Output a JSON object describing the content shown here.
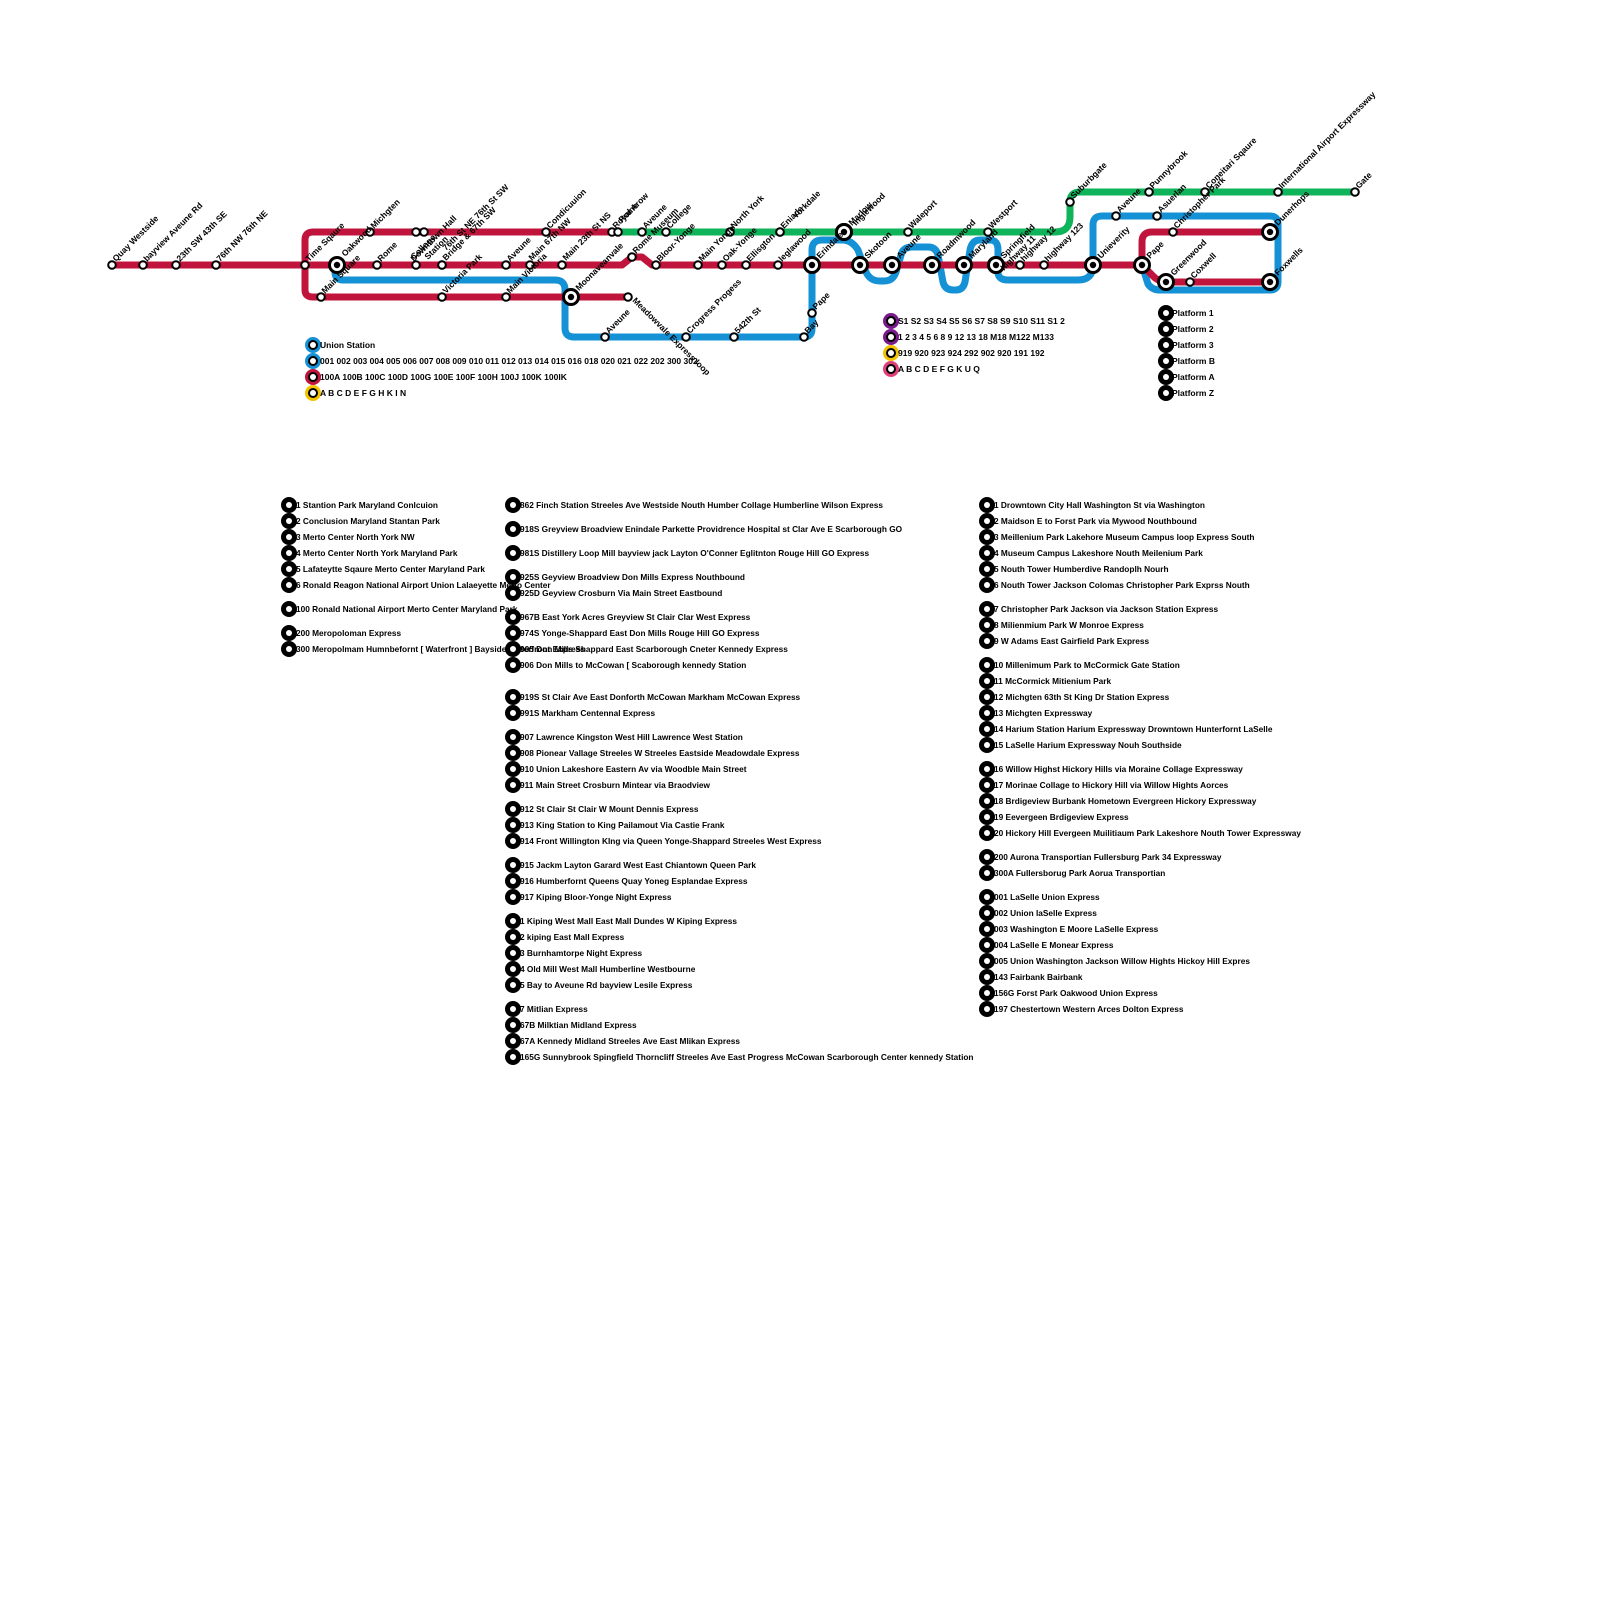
{
  "colors": {
    "red": "#c0143c",
    "blue": "#1592d6",
    "green": "#0fb35a",
    "black": "#000000",
    "purple": "#7a1a8c",
    "yellow": "#f2c200",
    "pink": "#e0407a"
  },
  "stations": [
    "Quay Westside",
    "bayview Aveune Rd",
    "23th SW 43th SE",
    "76th NW 76th NE",
    "Time Sqaure",
    "Oakwood",
    "Michgten",
    "Rome",
    "Downtown Hall",
    "Colloge",
    "Station",
    "Bridge & 67th SW",
    "76th St NE 76th St SW",
    "Aveune",
    "Condicuuion",
    "Main 67th NW",
    "Main 23th St NS",
    "Royal Arow",
    "Rome",
    "Aveune",
    "Rome Museum",
    "College",
    "Bloor-Yonge",
    "North York",
    "Main Yonge",
    "Oak-Yonge",
    "Ellisgton",
    "Eniade",
    "Yorkdale",
    "leglawood",
    "Erindale",
    "Marlow",
    "Inglewood",
    "Skotoon",
    "Aveune",
    "Waleport",
    "Roadmwood",
    "Maryland",
    "Westport",
    "Springfield",
    "highway 11",
    "highway 12",
    "highway 123",
    "Unieverity",
    "Suburbgate",
    "Aveune",
    "Punnybrook",
    "Asuerlan",
    "Christopher Park",
    "Coneitari Sqaure",
    "International Airport Expressway",
    "Gate",
    "Pape",
    "Greenwood",
    "Coxwell",
    "Dunerhops",
    "Foxwells",
    "Main Square",
    "Victoria Park",
    "Main Victoria",
    "Moonaveanvale",
    "Meadowvale Express loop",
    "Aveune",
    "Crogress Progess",
    "542th St",
    "Bay",
    "Pape"
  ],
  "legend_left": [
    {
      "color": "blue",
      "text": "Union Station"
    },
    {
      "color": "blue",
      "text": "001 002 003 004 005 006 007 008 009 010 011 012 013 014 015 016 018 020 021 022 202 300 302"
    },
    {
      "color": "red",
      "text": "100A 100B 100C 100D 100G 100E 100F 100H 100J 100K 100IK"
    },
    {
      "color": "yellow",
      "text": "A B C D E F G H K I N"
    }
  ],
  "legend_mid": [
    {
      "color": "purple",
      "text": "S1 S2 S3 S4 S5 S6 S7 S8 S9 S10 S11 S1 2"
    },
    {
      "color": "purple",
      "text": "1 2 3 4 5 6 8 9 12 13 18 M18 M122 M133"
    },
    {
      "color": "yellow",
      "text": "919 920 923 924 292 902 920 191 192"
    },
    {
      "color": "pink",
      "text": "A  B C D E F G K U Q"
    }
  ],
  "platforms": [
    "Platform 1",
    "Platform 2",
    "Platform 3",
    "Platform B",
    "Platform A",
    "Platform Z"
  ],
  "routes_col1": [
    "1 Stantion Park Maryland Conlcuion",
    "2 Conclusion Maryland Stantan Park",
    "3 Merto Center North York NW",
    "4 Merto Center North York Maryland Park",
    "5 Lafateytte Sqaure Merto Center Maryland Park",
    "6 Ronald Reagon National Airport Union Lalaeyette Merto Center",
    "100 Ronald National Airport Merto Center Maryland Park",
    "200 Meropoloman Express",
    "300 Meropolmam Humnbefornt [ Waterfront ] Bayside Waterfront Express"
  ],
  "routes_col2": [
    "862 Finch Station Streeles Ave Westside Nouth Humber Collage Humberline Wilson Express",
    "918S Greyview Broadview Enindale Parkette Providrence Hospital st Clar Ave E Scarborough GO",
    "981S Distillery Loop Mill bayview jack Layton O'Conner Eglitnton Rouge Hill GO Express",
    "925S Geyview Broadview Don Mills Express Nouthbound",
    "925D Geyview Crosburn Via Main Street Eastbound",
    "967B East York Acres Greyview St Clair Clar West Express",
    "974S Yonge-Shappard East Don Mills Rouge Hill GO Express",
    "905 Don Mills Shappard East Scarborough Cneter Kennedy Express",
    "906 Don Mills to McCowan [ Scaborough kennedy Station",
    "919S St Clair Ave East Donforth McCowan Markham McCowan Express",
    "991S Markham Centennal Express",
    "907 Lawrence Kingston West Hill Lawrence West Station",
    "908 Pionear Vallage Streeles W Streeles Eastside Meadowdale Express",
    "910 Union Lakeshore Eastern Av via Woodble Main Street",
    "911 Main Street Crosburn Mintear via Braodview",
    "912 St Clair St Clair W Mount Dennis Express",
    "913 King Station to King Pailamout Via Castie Frank",
    "914 Front Willington KIng via Queen Yonge-Shappard Streeles West Express",
    "915 Jackm Layton Garard West East Chiantown Queen Park",
    "916 Humberfornt Queens Quay Yoneg Esplandae Express",
    "917 Kiping Bloor-Yonge Night Express",
    "1 Kiping West Mall East Mall Dundes W Kiping Express",
    "2 kiping East Mall Express",
    "3 Burnhamtorpe Night Express",
    "4 Old Mill West Mall Humberline Westbourne",
    "5 Bay to Aveune Rd bayview Lesile Express",
    "7 Mitlian Express",
    "67B Milktian Midland Express",
    "67A Kennedy Midland Streeles Ave East Mlikan Express",
    "165G Sunnybrook Spingfield Thorncliff Streeles Ave East Progress McCowan Scarborough Center kennedy Station"
  ],
  "routes_col3": [
    "1 Drowntown City Hall Washington St via Washington",
    "2 Maidson E to Forst Park via Mywood Nouthbound",
    "3 Meillenium Park Lakehore Museum Campus loop Express South",
    "4 Museum Campus Lakeshore Nouth Meilenium Park",
    "5 Nouth Tower Humberdive Randoplh Nourh",
    "6 Nouth Tower Jackson Colomas Christopher Park Exprss Nouth",
    "7 Christopher Park Jackson via Jackson Station Express",
    "8 Milienmium Park W Monroe Express",
    "9 W Adams East Gairfield Park Express",
    "10 Millenimum Park to McCormick Gate Station",
    "11 McCormick Mitienium Park",
    "12 Michgten 63th St King Dr Station Express",
    "13 Michgten Expressway",
    "14 Harium Station Harium Expressway Drowntown Hunterfornt LaSelle",
    "15 LaSelle Harium Expressway Nouh Southside",
    "16 Willow Highst Hickory Hills via Moraine Collage Expressway",
    "17 Morinae Collage to Hickory Hill via Willow Hights Aorces",
    "18 Brdigeview Burbank Hometown Evergreen Hickory Expressway",
    "19 Eevergeen Brdigeview Express",
    "20 Hickory Hill Evergeen Muilitiaum Park Lakeshore Nouth Tower Expressway",
    "200 Aurona Transportian Fullersburg Park 34 Expressway",
    "300A Fullersborug Park Aorua Transportian",
    "001 LaSelle Union Express",
    "002 Union laSelle Express",
    "003 Washington E Moore LaSelle Express",
    "004 LaSelle E Monear Express",
    "005 Union Washington Jackson Willow Hights Hickoy Hill Expres",
    "143 Fairbank Bairbank",
    "156G Forst Park Oakwood Union Express",
    "197 Chestertown Western Arces Dolton Express"
  ]
}
